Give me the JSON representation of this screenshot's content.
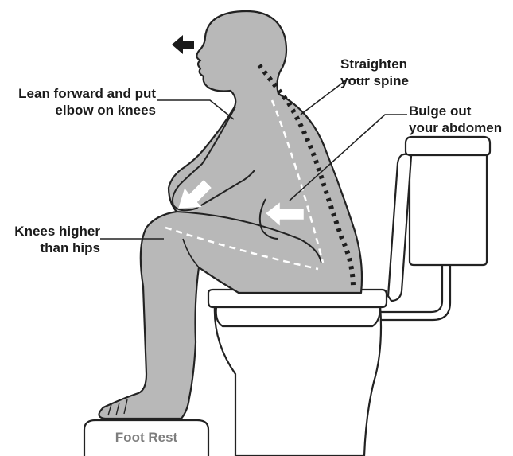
{
  "labels": {
    "lean": [
      "Lean forward and put",
      "elbow on knees"
    ],
    "knees": [
      "Knees higher",
      "than hips"
    ],
    "spine": [
      "Straighten",
      "your spine"
    ],
    "bulge": [
      "Bulge out",
      "your abdomen"
    ],
    "foot_rest": "Foot Rest"
  },
  "colors": {
    "body": "#b8b8b8",
    "outline": "#222222",
    "spine_dots": "#1e1e1e",
    "guide_dash": "#ffffff",
    "foot_rest_text": "#7d7d7d"
  },
  "icons": {
    "head_arrow": "arrow-left-icon",
    "elbow_arrow": "arrow-down-left-icon",
    "abdomen_arrow": "arrow-left-icon"
  }
}
